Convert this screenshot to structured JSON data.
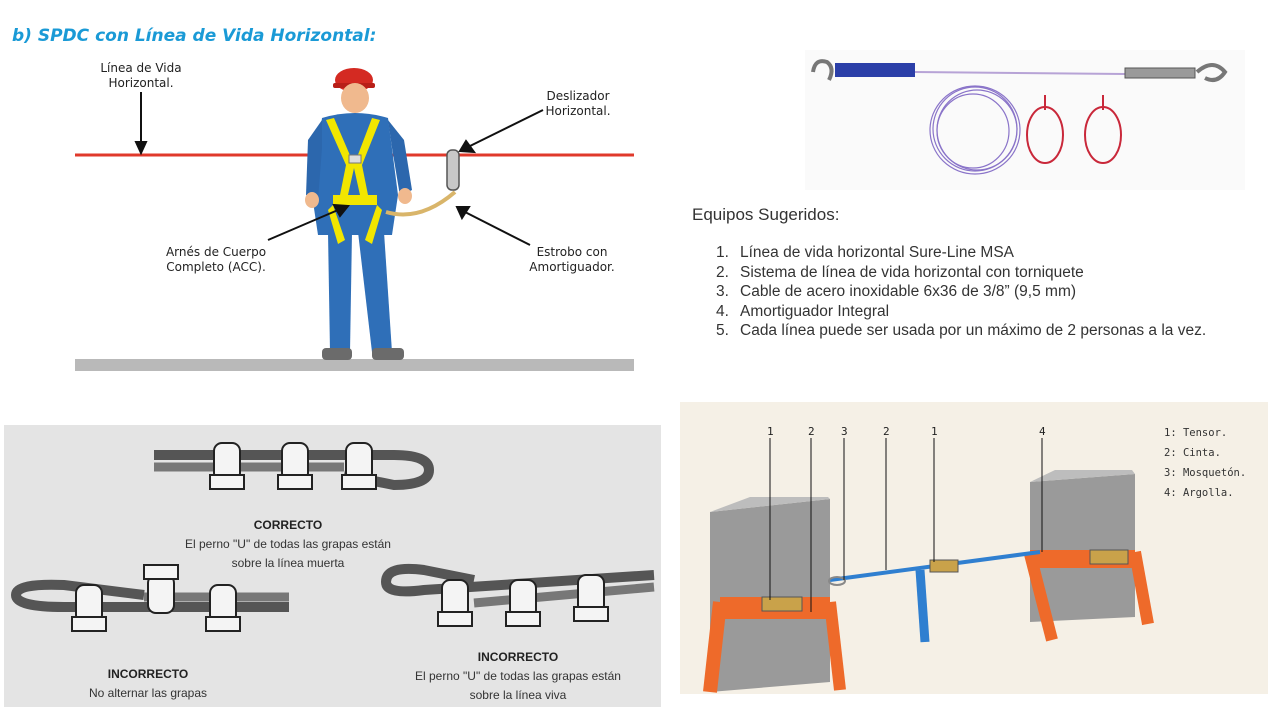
{
  "panel_horizontal": {
    "title": "b) SPDC con Línea de Vida Horizontal:",
    "label_lifeline": [
      "Línea de Vida",
      "Horizontal."
    ],
    "label_slider": [
      "Deslizador",
      "Horizontal."
    ],
    "label_harness": [
      "Arnés de Cuerpo",
      "Completo (ACC)."
    ],
    "label_lanyard": [
      "Estrobo con",
      "Amortiguador."
    ]
  },
  "equipment": {
    "title": "Equipos Sugeridos:",
    "items": [
      {
        "n": "1.",
        "text": "Línea de vida horizontal Sure-Line MSA"
      },
      {
        "n": "2.",
        "text": "Sistema de línea de vida horizontal con torniquete"
      },
      {
        "n": "3.",
        "text": "Cable de acero inoxidable 6x36 de 3/8” (9,5 mm)"
      },
      {
        "n": "4.",
        "text": "Amortiguador Integral"
      },
      {
        "n": "5.",
        "text": "Cada línea puede ser usada por un máximo de 2 personas a la vez."
      }
    ]
  },
  "clamps": {
    "correct": {
      "heading": "CORRECTO",
      "lines": [
        "El perno \"U\" de todas las grapas están",
        "sobre la línea muerta"
      ]
    },
    "incorrect_left": {
      "heading": "INCORRECTO",
      "lines": [
        "No alternar las grapas"
      ]
    },
    "incorrect_right": {
      "heading": "INCORRECTO",
      "lines": [
        "El perno \"U\" de todas las grapas están",
        "sobre la línea viva"
      ]
    }
  },
  "strap_system": {
    "numbers": [
      "1",
      "2",
      "3",
      "2",
      "1",
      "4"
    ],
    "legend": [
      "1: Tensor.",
      "2: Cinta.",
      "3: Mosquetón.",
      "4: Argolla."
    ]
  },
  "colors": {
    "title": "#1a9ad6",
    "lifeline": "#e0392b",
    "worker": "#2f6fb8",
    "harness": "#f2e600",
    "strap": "#ee6a2a",
    "webbing": "#2f7fd0"
  }
}
